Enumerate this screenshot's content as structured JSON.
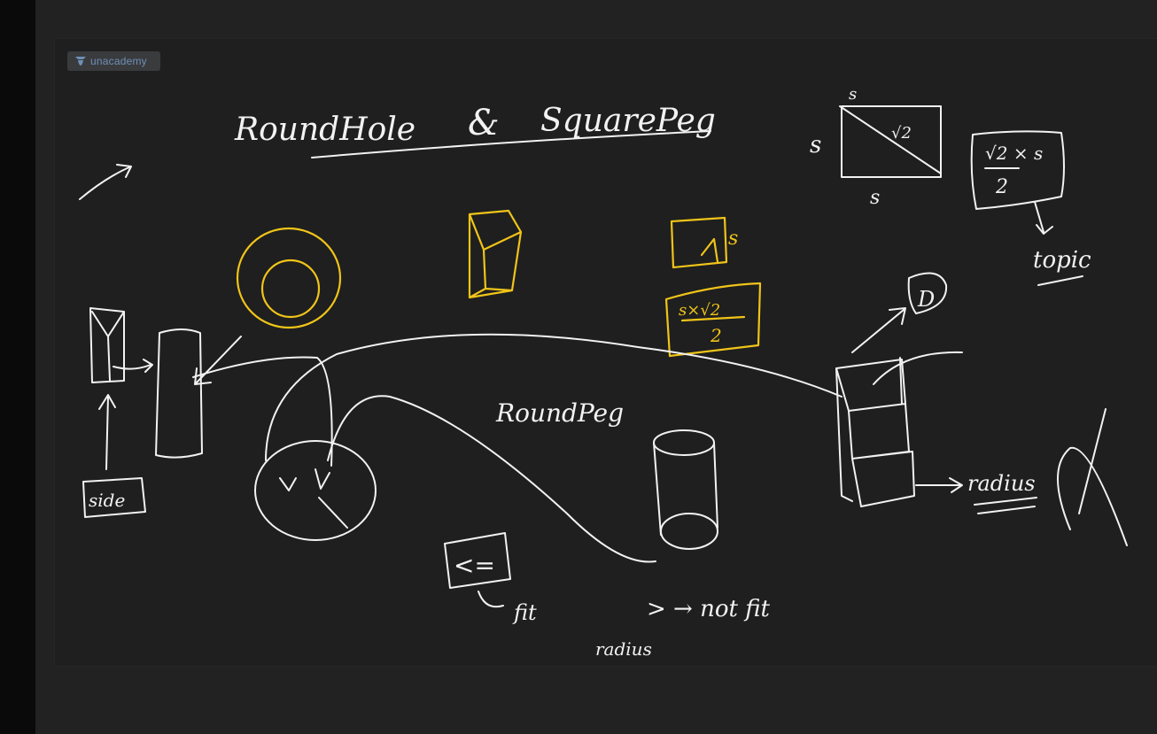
{
  "brand": {
    "name": "unacademy",
    "logo_icon": "unacademy-logo-icon",
    "color": "#6f8fb8"
  },
  "board": {
    "background": "#1f1f1f",
    "ink_white": "#f2f2f2",
    "ink_yellow": "#f0c419",
    "pointer_color": "#e0413b",
    "notes": {
      "title_left": "RoundHole",
      "title_amp": "&",
      "title_right": "SquarePeg",
      "label_s_top": "s",
      "label_s_left": "s",
      "label_s_bottom": "s",
      "label_diag": "√2",
      "formula_root": "√2 × s",
      "formula_den": "2",
      "topic_label": "topic",
      "yellow_s": "s",
      "yellow_num": "s×√2",
      "yellow_den": "2",
      "circle_label": "D",
      "round_peg": "RoundPeg",
      "side_label": "side",
      "radius_label": "radius",
      "lte_box": "<=",
      "fit": "fit",
      "radius_small": "radius",
      "not_fit": "> → not fit"
    }
  }
}
